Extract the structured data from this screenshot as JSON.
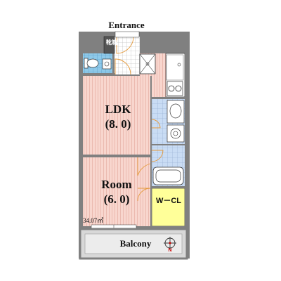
{
  "labels": {
    "entrance": "Entrance",
    "ldk_title": "LDK",
    "ldk_size": "(8. 0)",
    "room_title": "Room",
    "room_size": "(6. 0)",
    "closet": "W－CL",
    "balcony": "Balcony",
    "area": "34.07㎡",
    "shoe_box": "靴箱",
    "north": "N"
  },
  "colors": {
    "wall": "#808080",
    "ldk_floor": "#f8d6ce",
    "room_floor": "#f8d6ce",
    "bath_floor": "#c9dcf4",
    "toilet_floor": "#8ec9e9",
    "closet_floor": "#ffff99",
    "balcony_floor": "#d8d8d8",
    "door_swing": "#e59a3c"
  }
}
